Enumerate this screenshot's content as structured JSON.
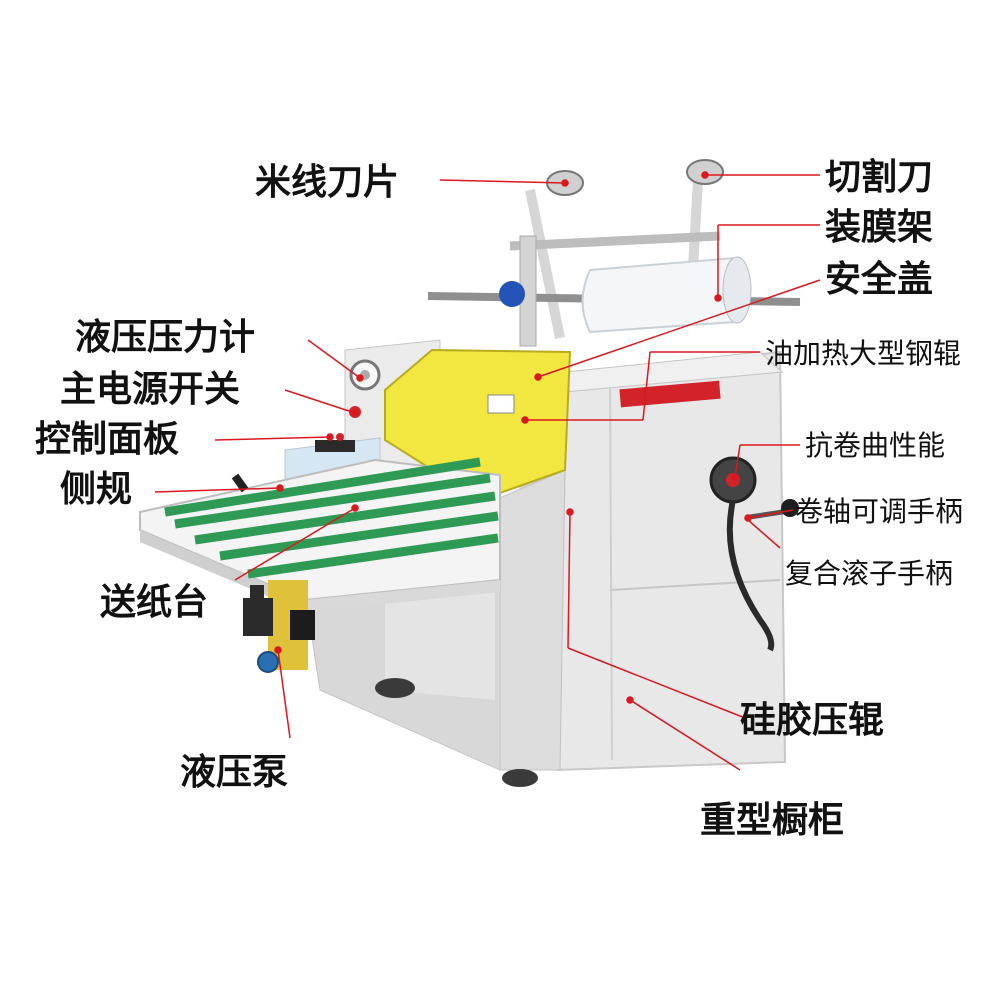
{
  "labels": {
    "blade_perforation": "米线刀片",
    "cutter": "切割刀",
    "film_rack": "装膜架",
    "safety_cover": "安全盖",
    "hydraulic_gauge": "液压压力计",
    "main_power_switch": "主电源开关",
    "control_panel": "控制面板",
    "oil_heated_roller": "油加热大型钢辊",
    "anti_curl": "抗卷曲性能",
    "side_guide": "侧规",
    "reel_shaft_handle": "卷轴可调手柄",
    "compound_roller_handle": "复合滚子手柄",
    "paper_feed_table": "送纸台",
    "silicone_roller": "硅胶压辊",
    "hydraulic_pump": "液压泵",
    "heavy_cabinet": "重型橱柜"
  },
  "colors": {
    "leader_line": "#d9181f",
    "machine_body": "#e4e4e4",
    "machine_shadow": "#bdbdbd",
    "safety_cover": "#f2e640",
    "feed_belt": "#2f9a55",
    "warning_stripe": "#d2232a"
  }
}
